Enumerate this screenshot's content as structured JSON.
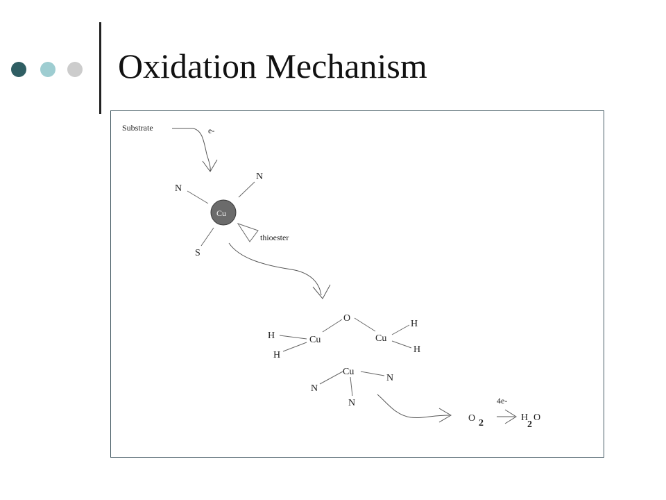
{
  "slide": {
    "title": "Oxidation Mechanism",
    "accent_colors": [
      "#2f5e63",
      "#9ecdd1",
      "#cccccc"
    ]
  },
  "diagram": {
    "substrate": "Substrate",
    "electron": "e-",
    "cu_center": "Cu",
    "ligand_n1": "N",
    "ligand_n2": "N",
    "ligand_s": "S",
    "thioester": "thioester",
    "o_bridge": "O",
    "cu_left": "Cu",
    "cu_right": "Cu",
    "h_left_top": "H",
    "h_left_bottom": "H",
    "h_right_top": "H",
    "h_right_bottom": "H",
    "cu_lower": "Cu",
    "n_lower_left": "N",
    "n_lower_right": "N",
    "n_lower_bottom": "N",
    "four_e": "4e-",
    "o_main": "O",
    "o_sub": "2",
    "h_main": "H",
    "h_sub": "2",
    "water_o": "O"
  }
}
